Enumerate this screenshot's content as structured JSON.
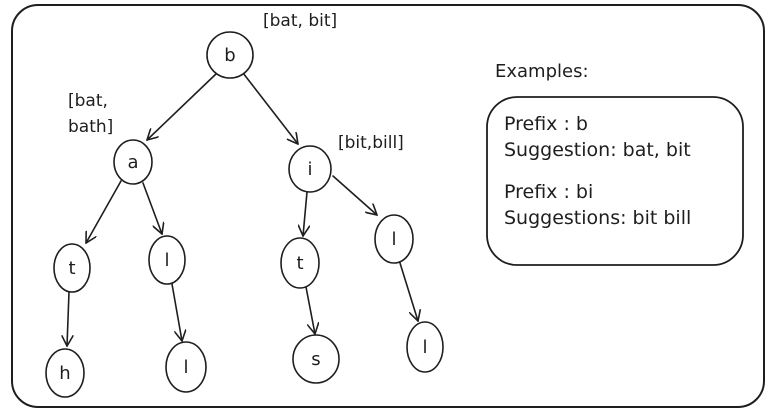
{
  "colors": {
    "stroke": "#1e1e1e",
    "background": "#ffffff"
  },
  "tree": {
    "root": {
      "label": "b",
      "note": "[bat, bit]"
    },
    "a": {
      "label": "a",
      "note_line1": "[bat,",
      "note_line2": "bath]"
    },
    "i": {
      "label": "i",
      "note": "[bit,bill]"
    },
    "a_t": {
      "label": "t"
    },
    "a_l": {
      "label": "l"
    },
    "i_t": {
      "label": "t"
    },
    "i_l": {
      "label": "l"
    },
    "a_t_h": {
      "label": "h"
    },
    "a_l_l": {
      "label": "l"
    },
    "i_t_s": {
      "label": "s"
    },
    "i_l_l": {
      "label": "l"
    }
  },
  "examples": {
    "heading": "Examples:",
    "line1": "Prefix : b",
    "line2": "Suggestion: bat, bit",
    "line3": "Prefix : bi",
    "line4": "Suggestions: bit bill"
  }
}
